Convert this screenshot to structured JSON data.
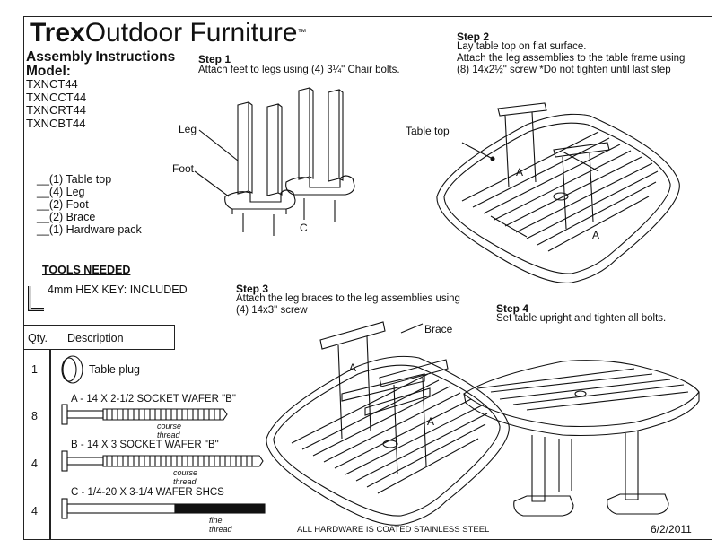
{
  "brand": {
    "name_bold": "Trex",
    "name_rest": "Outdoor Furniture",
    "tm": "™"
  },
  "header": {
    "title_line1": "Assembly Instructions",
    "title_line2": "Model:"
  },
  "models": [
    "TXNCT44",
    "TXNCCT44",
    "TXNCRT44",
    "TXNCBT44"
  ],
  "parts_list": [
    "(1) Table top",
    "(4) Leg",
    "(2) Foot",
    "(2) Brace",
    "(1) Hardware pack"
  ],
  "tools": {
    "heading": "TOOLS NEEDED",
    "item": "4mm HEX KEY: INCLUDED"
  },
  "steps": [
    {
      "title": "Step 1",
      "text": [
        "Attach feet to legs using (4) 3¼\" Chair bolts."
      ],
      "labels": {
        "leg": "Leg",
        "foot": "Foot",
        "c": "C"
      }
    },
    {
      "title": "Step 2",
      "text": [
        "Lay table top on flat surface.",
        "Attach the leg assemblies to the table frame using",
        "(8) 14x2½\" screw  *Do not tighten until last step"
      ],
      "labels": {
        "table_top": "Table top",
        "a1": "A",
        "a2": "A"
      }
    },
    {
      "title": "Step 3",
      "text": [
        "Attach the leg braces to the leg assemblies using",
        "(4) 14x3\" screw"
      ],
      "labels": {
        "brace": "Brace",
        "a1": "A",
        "a2": "A"
      }
    },
    {
      "title": "Step 4",
      "text": [
        "Set table upright and tighten all bolts."
      ]
    }
  ],
  "hardware_table": {
    "qty_header": "Qty.",
    "desc_header": "Description",
    "rows": [
      {
        "qty": "1",
        "desc": "Table plug",
        "note": ""
      },
      {
        "qty": "8",
        "desc": "A - 14 X 2-1/2 SOCKET WAFER \"B\"",
        "note": "course thread"
      },
      {
        "qty": "4",
        "desc": "B - 14 X 3 SOCKET WAFER \"B\"",
        "note": "course thread"
      },
      {
        "qty": "4",
        "desc": "C - 1/4-20 X 3-1/4 WAFER SHCS",
        "note": "fine thread"
      }
    ]
  },
  "footer": {
    "note": "ALL HARDWARE IS COATED STAINLESS STEEL",
    "date": "6/2/2011"
  }
}
